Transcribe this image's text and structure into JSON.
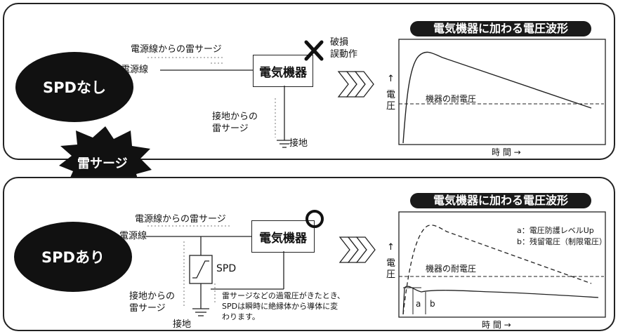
{
  "burst": {
    "label": "雷サージ"
  },
  "without": {
    "label": "SPDなし",
    "surge_label": "電源線からの雷サージ",
    "power_line": "電源線",
    "device": "電気機器",
    "damage": "破損\n誤動作",
    "ground_surge": "接地からの\n雷サージ",
    "ground": "接地",
    "graph_title": "電気機器に加わる電圧波形",
    "y_label": "電\n圧",
    "x_label": "時 間 →",
    "withstand": "機器の耐電圧"
  },
  "with": {
    "label": "SPDあり",
    "surge_label": "電源線からの雷サージ",
    "power_line": "電源線",
    "device": "電気機器",
    "spd": "SPD",
    "ground_surge": "接地からの\n雷サージ",
    "ground": "接地",
    "note": "雷サージなどの過電圧がきたとき、\nSPDは瞬時に絶縁体から導体に変\nわります。",
    "graph_title": "電気機器に加わる電圧波形",
    "y_label": "電\n圧",
    "x_label": "時 間 →",
    "withstand": "機器の耐電圧",
    "legend_a": "a：電圧防護レベルUp",
    "legend_b": "b：残留電圧（制限電圧）",
    "mark_a": "a",
    "mark_b": "b"
  }
}
